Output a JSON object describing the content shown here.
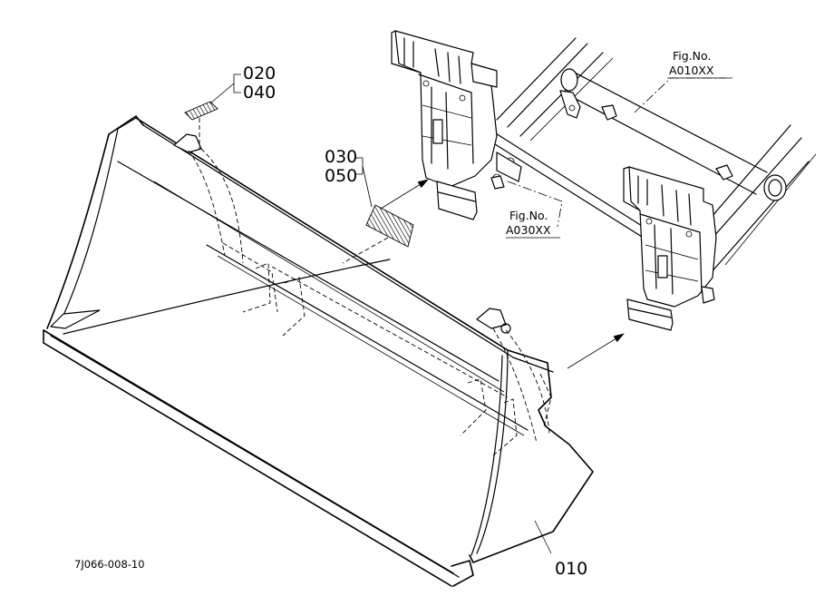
{
  "labels": {
    "part_020": "020",
    "part_040": "040",
    "part_030": "030",
    "part_050": "050",
    "part_010": "010",
    "fig_ref_1_title": "Fig.No.",
    "fig_ref_1_code": "A010XX",
    "fig_ref_2_title": "Fig.No.",
    "fig_ref_2_code": "A030XX",
    "drawing_code": "7J066-008-10"
  },
  "colors": {
    "line": "#000000",
    "background": "#ffffff"
  }
}
